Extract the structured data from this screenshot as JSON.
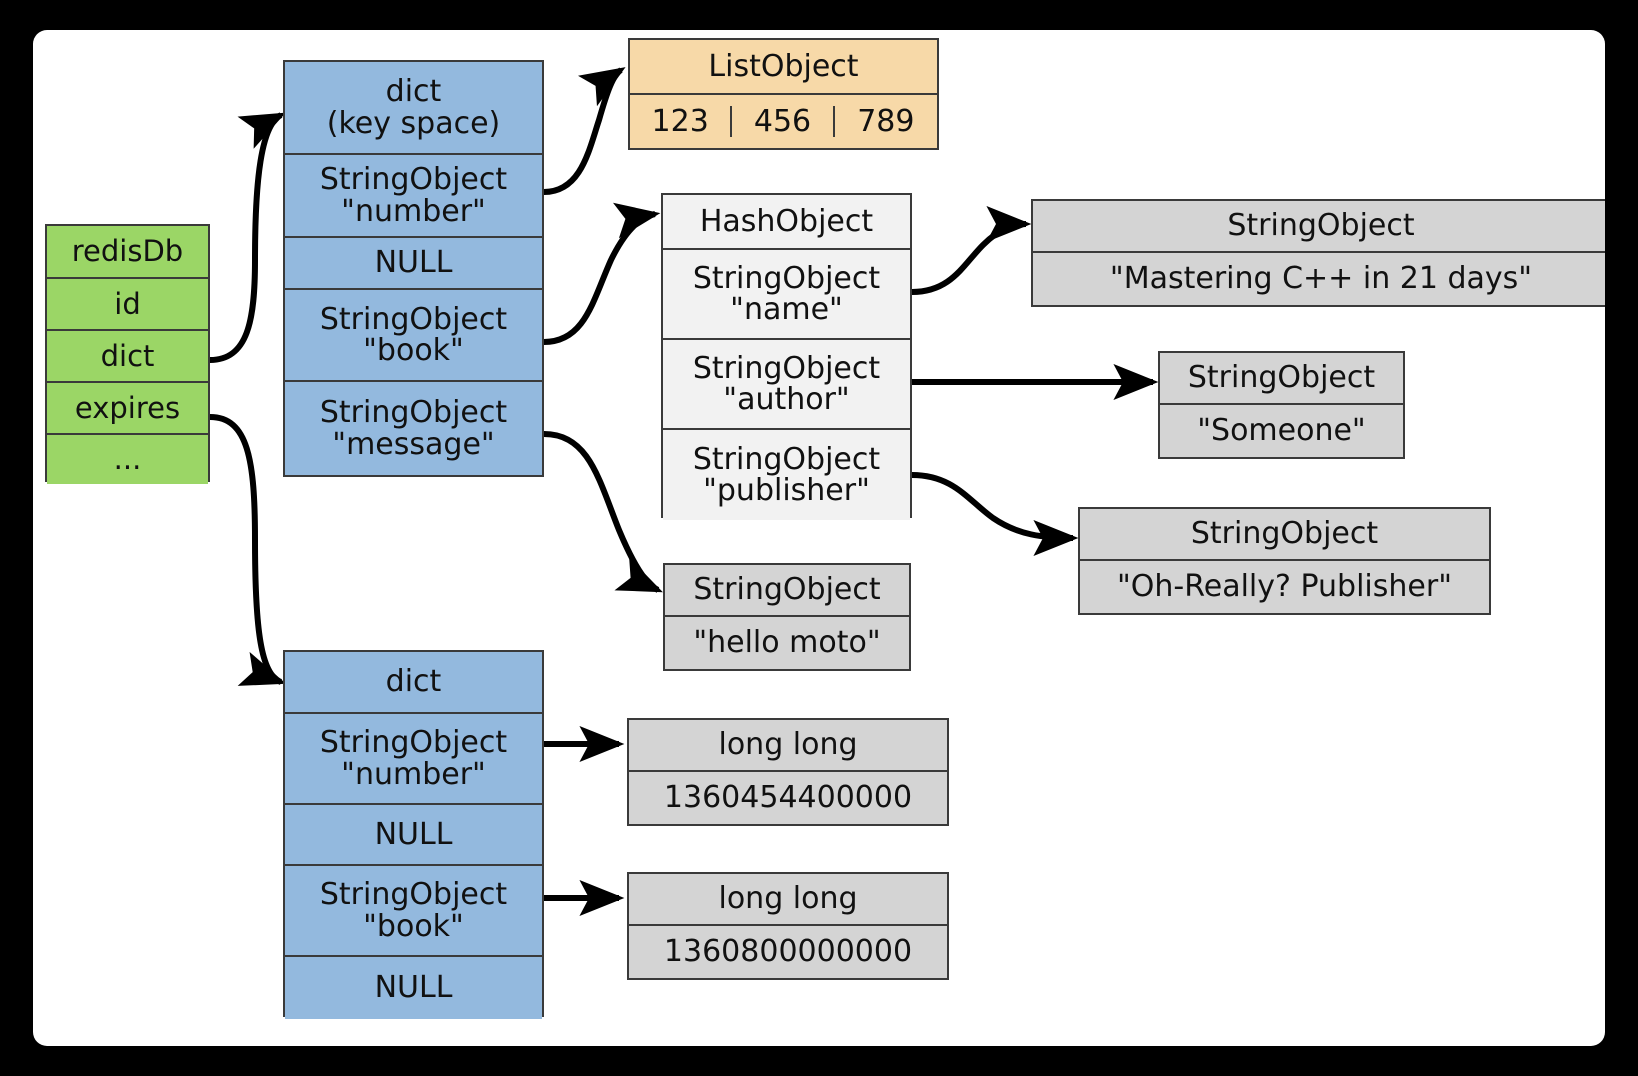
{
  "diagram": {
    "title": "redisDb key space and expires dict object graph",
    "colors": {
      "frame": "#000000",
      "canvas": "#ffffff",
      "redisdb_green": "#9bd666",
      "dict_blue": "#93b9de",
      "list_orange": "#f7d9a8",
      "string_gray": "#d4d4d4",
      "hash_white": "#f2f2f2",
      "border": "#3a3a3a",
      "arrow": "#000000"
    },
    "nodes": {
      "redisdb": {
        "name": "redisDb",
        "rows": [
          "redisDb",
          "id",
          "dict",
          "expires",
          "..."
        ]
      },
      "keyspace_dict": {
        "name": "dict (key space)",
        "rows": [
          "dict\n(key space)",
          "StringObject\n\"number\"",
          "NULL",
          "StringObject\n\"book\"",
          "StringObject\n\"message\""
        ]
      },
      "list_object": {
        "header": "ListObject",
        "cells": [
          "123",
          "456",
          "789"
        ]
      },
      "hash_object": {
        "header": "HashObject",
        "rows": [
          "StringObject\n\"name\"",
          "StringObject\n\"author\"",
          "StringObject\n\"publisher\""
        ]
      },
      "string_mastering": {
        "header": "StringObject",
        "value": "\"Mastering C++ in 21 days\""
      },
      "string_someone": {
        "header": "StringObject",
        "value": "\"Someone\""
      },
      "string_publisher": {
        "header": "StringObject",
        "value": "\"Oh-Really? Publisher\""
      },
      "string_hello_moto": {
        "header": "StringObject",
        "value": "\"hello moto\""
      },
      "expires_dict": {
        "name": "dict",
        "rows": [
          "dict",
          "StringObject\n\"number\"",
          "NULL",
          "StringObject\n\"book\"",
          "NULL"
        ]
      },
      "longlong_number": {
        "header": "long long",
        "value": "1360454400000"
      },
      "longlong_book": {
        "header": "long long",
        "value": "1360800000000"
      }
    }
  }
}
